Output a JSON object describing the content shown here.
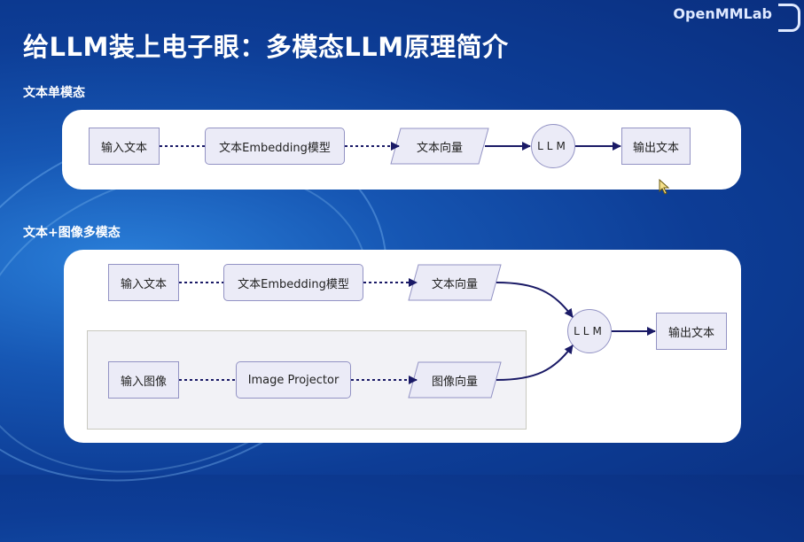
{
  "brand": "OpenMMLab",
  "title": "给LLM装上电子眼：多模态LLM原理简介",
  "sections": {
    "text_only": "文本单模态",
    "multimodal": "文本+图像多模态"
  },
  "diagram1": {
    "input": "输入文本",
    "embed": "文本Embedding模型",
    "vector": "文本向量",
    "llm": "LLM",
    "output": "输出文本"
  },
  "diagram2": {
    "text_input": "输入文本",
    "text_embed": "文本Embedding模型",
    "text_vector": "文本向量",
    "image_input": "输入图像",
    "projector": "Image Projector",
    "image_vector": "图像向量",
    "llm": "LLM",
    "output": "输出文本"
  },
  "colors": {
    "node_fill": "#ebebf7",
    "node_border": "#9393c4",
    "edge": "#1a1a66"
  }
}
